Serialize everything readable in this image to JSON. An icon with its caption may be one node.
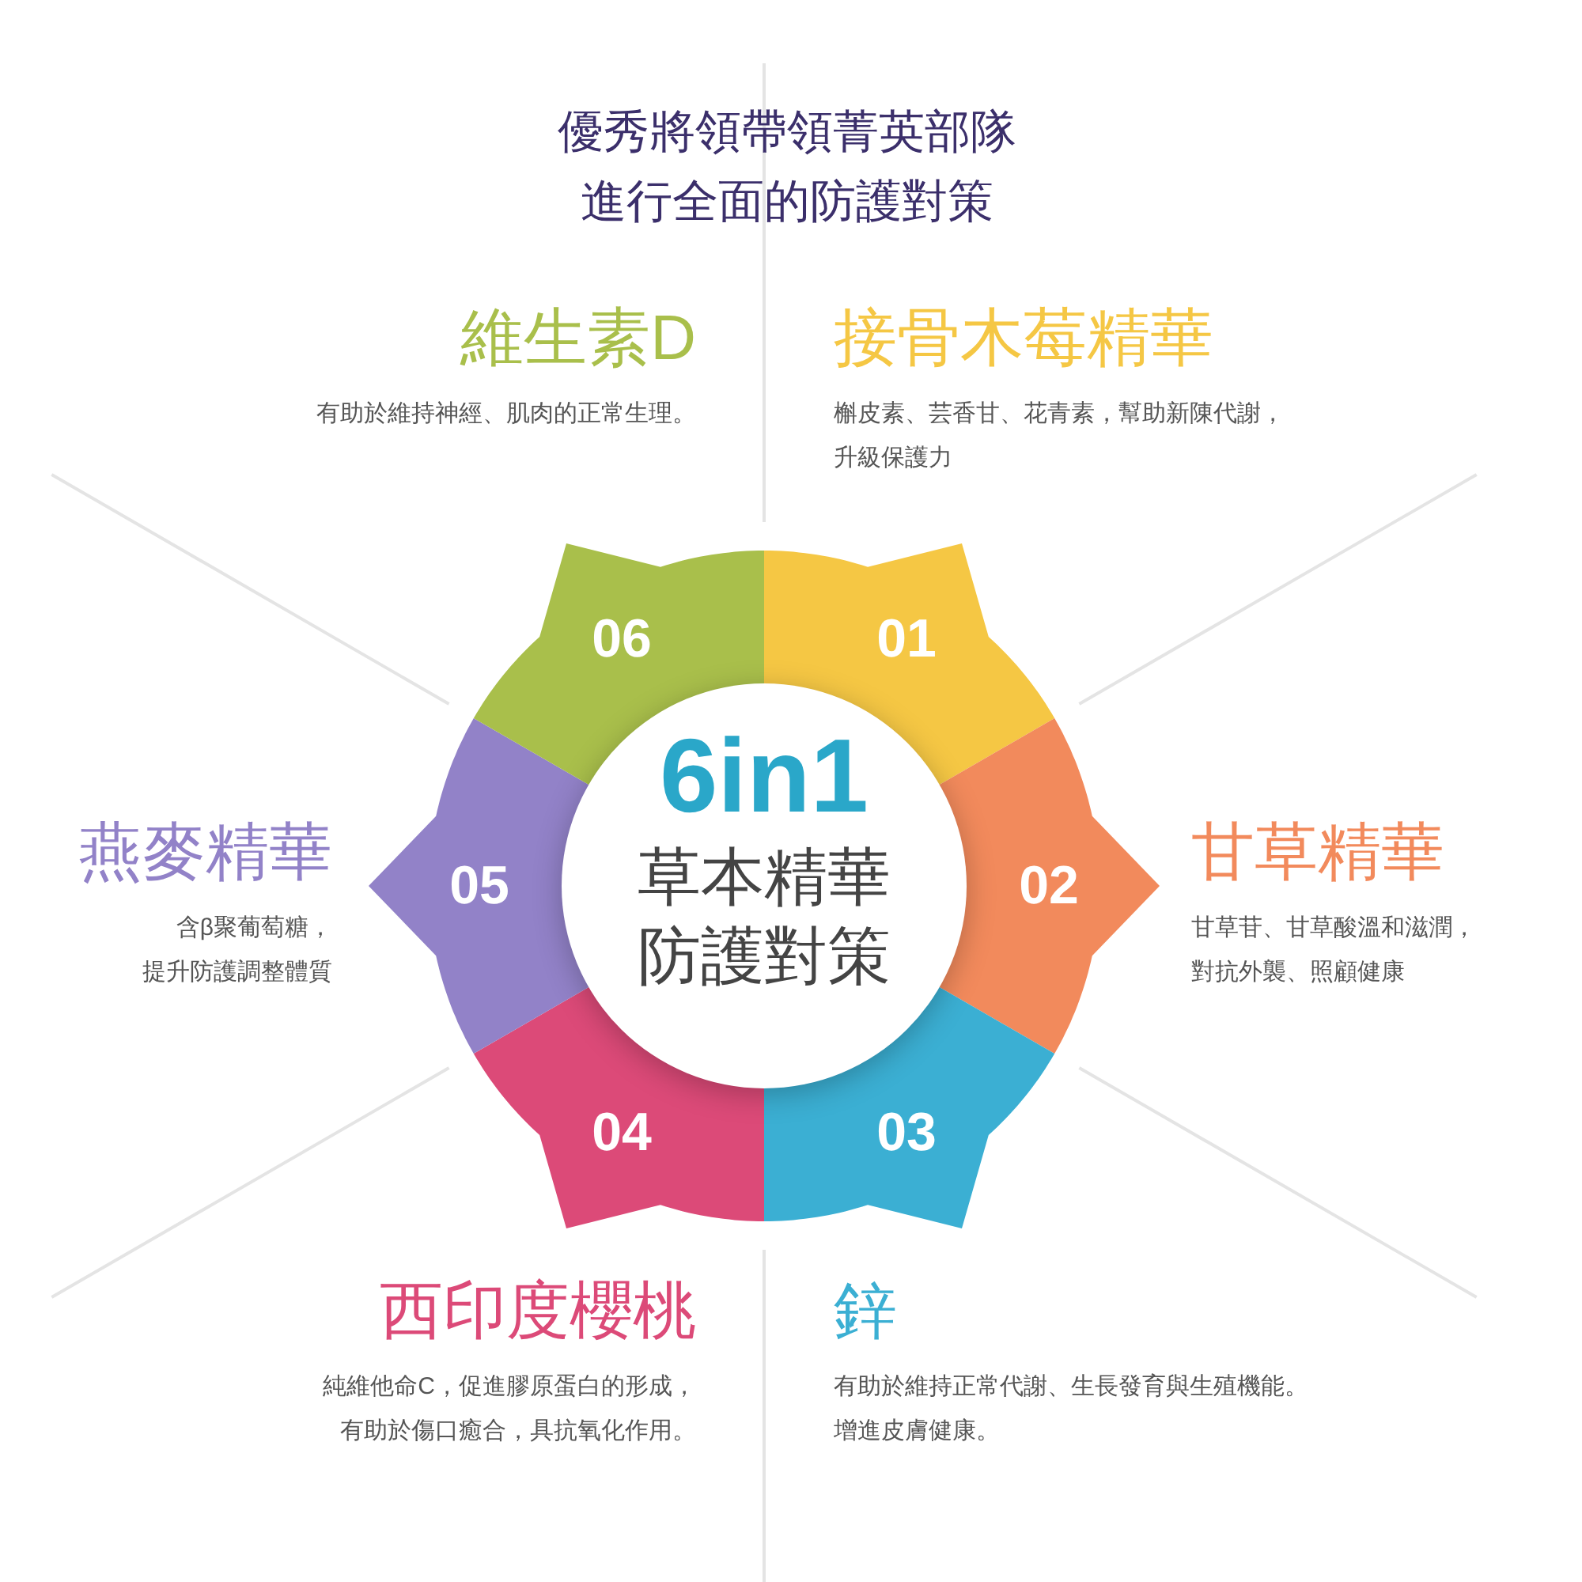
{
  "diagram": {
    "title": "優秀將領帶領菁英部隊進行全面的防護對策",
    "nodes": [
      {
        "text": [
          "6in1",
          "草本精華防護對策"
        ]
      },
      {
        "text": [
          "01"
        ],
        "beside": [
          "接骨木莓精華",
          "槲皮素、芸香甘、花青素，幫助新陳代謝，升級保護力"
        ]
      },
      {
        "text": [
          "02"
        ],
        "beside": [
          "甘草精華",
          "甘草苷、甘草酸溫和滋潤，對抗外襲、照顧健康"
        ]
      },
      {
        "text": [
          "03"
        ],
        "beside": [
          "鋅",
          "有助於維持正常代謝、生長發育與生殖機能。增進皮膚健康。"
        ]
      },
      {
        "text": [
          "04"
        ],
        "beside": [
          "西印度櫻桃",
          "純維他命C，促進膠原蛋白的形成，有助於傷口癒合，具抗氧化作用。"
        ]
      },
      {
        "text": [
          "05"
        ],
        "beside": [
          "燕麥精華",
          "含β聚葡萄糖，提升防護調整體質"
        ]
      },
      {
        "text": [
          "06"
        ],
        "beside": [
          "維生素D",
          "有助於維持神經、肌肉的正常生理。"
        ]
      }
    ]
  }
}
